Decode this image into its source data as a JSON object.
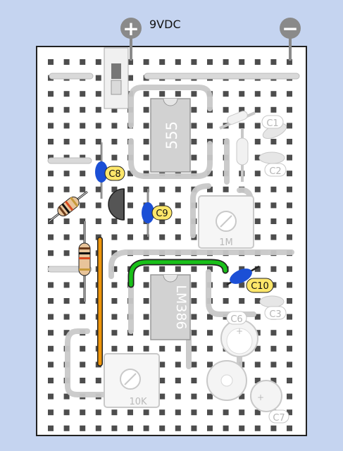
{
  "power": {
    "supply_label": "9VDC",
    "positive_symbol": "+",
    "negative_symbol": "−"
  },
  "components": {
    "ic_timer": "555",
    "ic_amp": "LM386",
    "pot_main": "1M",
    "pot_volume": "10K",
    "cap_c1": "C1",
    "cap_c2": "C2",
    "cap_c3": "C3",
    "cap_c6": "C6",
    "cap_c7": "C7",
    "cap_c8": "C8",
    "cap_c9": "C9",
    "cap_c10": "C10",
    "polarity_plus": "+"
  },
  "colors": {
    "background": "#c5d4f0",
    "board": "#ffffff",
    "hole": "#4d4d4d",
    "wire_ghost": "#d6d6d6",
    "jumper_green": "#19c019",
    "jumper_orange": "#f0960a",
    "cap_blue": "#1b4fd6",
    "label_yellow": "#ffe76a",
    "transistor": "#555555"
  }
}
